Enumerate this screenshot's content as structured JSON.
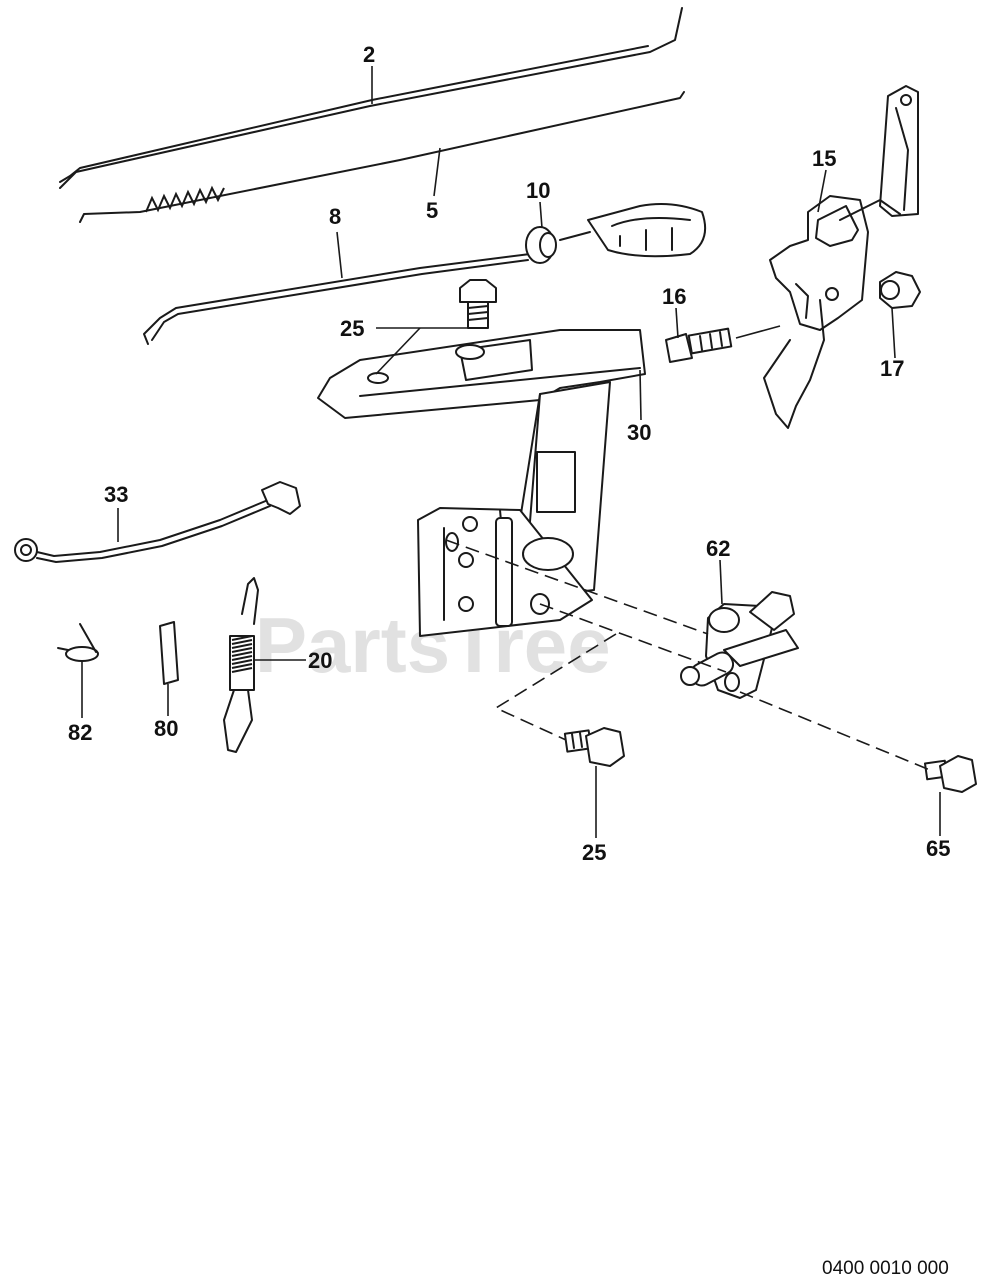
{
  "watermark": "PartsTree",
  "diagram_code": "0400 0010 000",
  "callouts": {
    "c2": "2",
    "c5": "5",
    "c8": "8",
    "c10": "10",
    "c15": "15",
    "c16": "16",
    "c17": "17",
    "c25_top": "25",
    "c30": "30",
    "c33": "33",
    "c62": "62",
    "c20": "20",
    "c82": "82",
    "c80": "80",
    "c25_bottom": "25",
    "c65": "65"
  }
}
